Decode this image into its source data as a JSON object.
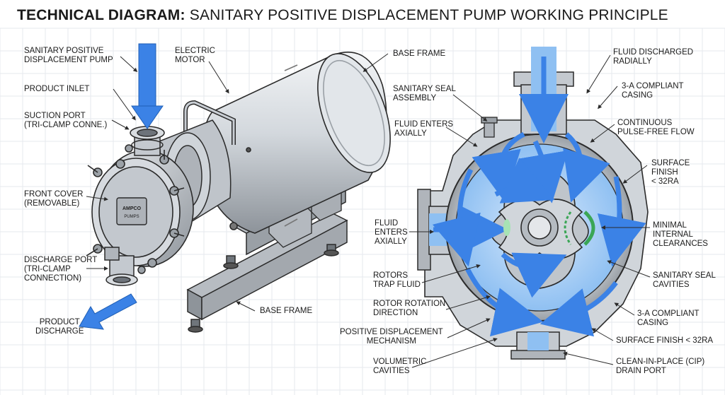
{
  "title": {
    "bold": "TECHNICAL DIAGRAM:",
    "rest": "SANITARY POSITIVE DISPLACEMENT PUMP WORKING PRINCIPLE"
  },
  "left_labels": {
    "pump": "SANITARY POSITIVE\nDISPLACEMENT PUMP",
    "motor": "ELECTRIC\nMOTOR",
    "inlet": "PRODUCT INLET",
    "suction": "SUCTION PORT\n(TRI-CLAMP CONNE.)",
    "cover": "FRONT COVER\n(REMOVABLE)",
    "discharge_port": "DISCHARGE PORT\n(TRI-CLAMP\nCONNECTION)",
    "product_discharge": "PRODUCT\nDISCHARGE",
    "base_frame_bottom": "BASE FRAME"
  },
  "right_labels": {
    "base_frame_top": "BASE FRAME",
    "seal_assembly": "SANITARY SEAL\nASSEMBLY",
    "enters_axially_top": "FLUID ENTERS\nAXIALLY",
    "enters_axially_left": "FLUID\nENTERS\nAXIALLY",
    "rotors_trap": "ROTORS\nTRAP FLUID",
    "rotor_rotation": "ROTOR ROTATION\nDIRECTION",
    "pd_mechanism": "POSITIVE DISPLACEMENT\nMECHANISM",
    "volumetric": "VOLUMETRIC\nCAVITIES",
    "discharged_radially": "FLUID DISCHARGED\nRADIALLY",
    "compliant_top": "3-A COMPLIANT\nCASING",
    "pulse_free": "CONTINUOUS\nPULSE-FREE FLOW",
    "finish_top": "SURFACE\nFINISH\n< 32Ra",
    "clearances": "MINIMAL\nINTERNAL\nCLEARANCES",
    "seal_cavities": "SANITARY SEAL\nCAVITIES",
    "compliant_bottom": "3-A COMPLIANT\nCASING",
    "finish_bottom": "SURFACE FINISH < 32Ra",
    "cip": "CLEAN-IN-PLACE (CIP)\nDRAIN PORT"
  },
  "nameplate": "AMPCO\nPUMPS",
  "colors": {
    "flow_blue": "#3b82e6",
    "flow_light": "#8fc0f2",
    "steel": "#c9ced4",
    "steel_dark": "#6d737a",
    "outline": "#2b2b2b",
    "grid": "#e6e9ee",
    "rotation_green": "#3aa655"
  }
}
